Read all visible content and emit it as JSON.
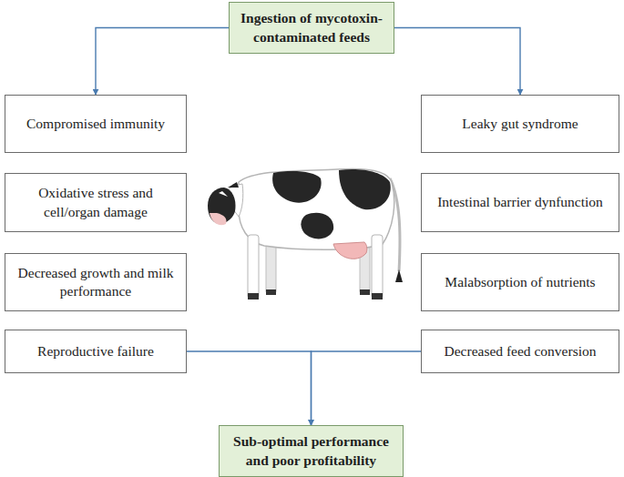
{
  "diagram": {
    "nodes": [
      {
        "text": [
          "Ingestion of mycotoxin-contaminated feeds"
        ]
      },
      {
        "text": [
          "Compromised immunity"
        ]
      },
      {
        "text": [
          "Leaky gut syndrome"
        ]
      },
      {
        "text": [
          "Oxidative stress and cell/organ damage"
        ]
      },
      {
        "text": [
          "Intestinal barrier dynfunction"
        ]
      },
      {
        "text": [
          "Decreased growth and milk performance"
        ]
      },
      {
        "text": [
          "Malabsorption of nutrients"
        ]
      },
      {
        "text": [
          "Reproductive failure"
        ]
      },
      {
        "text": [
          "Decreased feed conversion"
        ]
      },
      {
        "text": [
          "Sub-optimal performance and poor profitability"
        ]
      }
    ],
    "edges": [
      {
        "from": 0,
        "to": 1,
        "arrow": "to"
      },
      {
        "from": 0,
        "to": 2,
        "arrow": "to"
      },
      {
        "from": 7,
        "to": 9,
        "arrow": "to"
      },
      {
        "from": 8,
        "to": 9,
        "arrow": "to"
      }
    ]
  }
}
